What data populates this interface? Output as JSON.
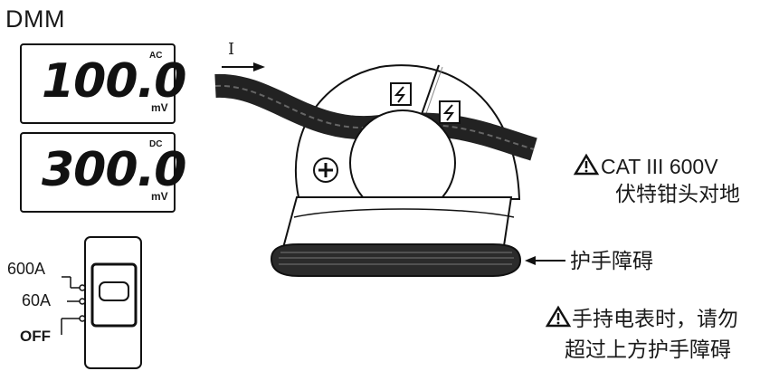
{
  "title": "DMM",
  "display_ac": {
    "value": "100.0",
    "unit": "mV",
    "mode": "AC"
  },
  "display_dc": {
    "value": "300.0",
    "unit": "mV",
    "mode": "DC"
  },
  "switch_labels": [
    "600A",
    "60A",
    "OFF"
  ],
  "current_label": "I",
  "warning_cat": "CAT III 600V",
  "warning_cat_sub": "伏特钳头对地",
  "hand_guard_label": "护手障碍",
  "warning_hand_1": "手持电表时，请勿",
  "warning_hand_2": "超过上方护手障碍"
}
